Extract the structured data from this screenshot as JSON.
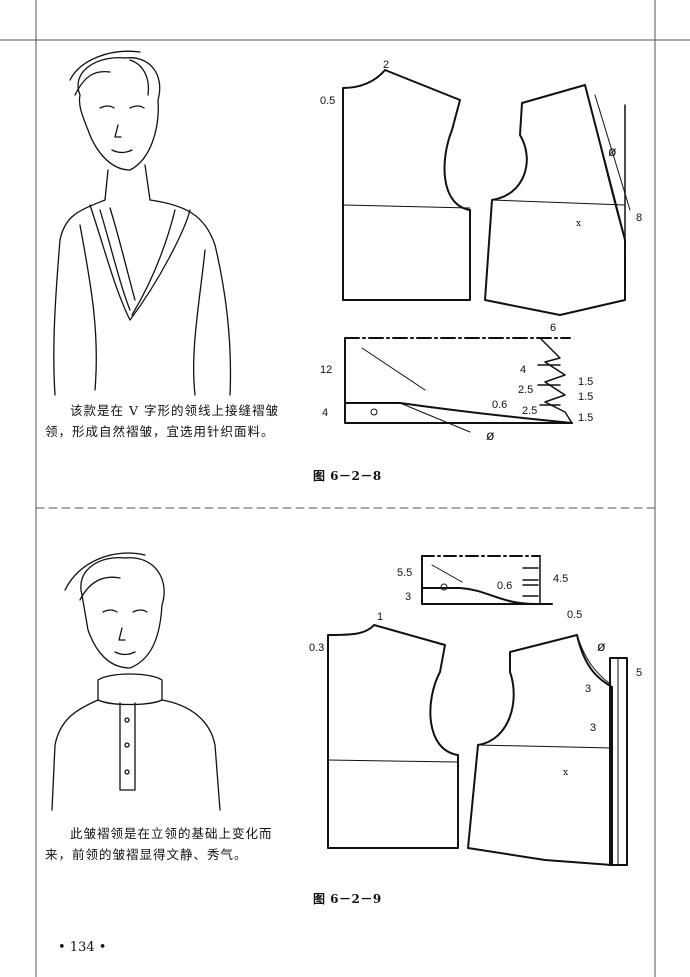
{
  "page_number": "• 134 •",
  "figure1": {
    "caption": "图 6－2－8",
    "description": "该款是在 V 字形的领线上接缝褶皱领，形成自然褶皱，宜选用针织面料。",
    "labels": [
      "2",
      "0.5",
      "ø",
      "8",
      "6",
      "12",
      "4",
      "1.5",
      "2.5",
      "1.5",
      "0.6",
      "2.5",
      "1.5",
      "4",
      "ø"
    ]
  },
  "figure2": {
    "caption": "图 6－2－9",
    "description": "此皱褶领是在立领的基础上变化而来，前领的皱褶显得文静、秀气。",
    "labels": [
      "5.5",
      "3",
      "0.6",
      "4.5",
      "1",
      "0.3",
      "0.5",
      "ø",
      "5",
      "3",
      "3"
    ]
  }
}
